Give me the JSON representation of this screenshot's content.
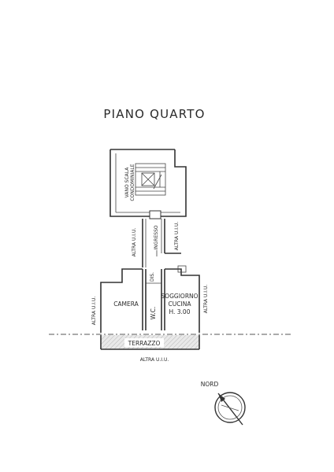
{
  "title": "PIANO QUARTO",
  "labels": {
    "vano_scala": "VANO SCALA",
    "condominiale": "CONDOMINIALE",
    "ingresso": "INGRESSO",
    "altra_uiu_center": "ALTRA U.I.U.",
    "altra_uiu_right_top": "ALTRA U.I.U.",
    "dis": "DIS.",
    "altra_uiu_left": "ALTRA U.I.U.",
    "camera": "CAMERA",
    "wc": "W.C.",
    "soggiorno": "SOGGIORNO",
    "cucina": "CUCINA",
    "height": "H. 3.00",
    "altra_uiu_right": "ALTRA U.I.U.",
    "terrazzo": "TERRAZZO",
    "altra_uiu_bottom": "ALTRA U.I.U."
  },
  "compass": {
    "label": "NORD",
    "icon": "north-arrow-icon"
  }
}
